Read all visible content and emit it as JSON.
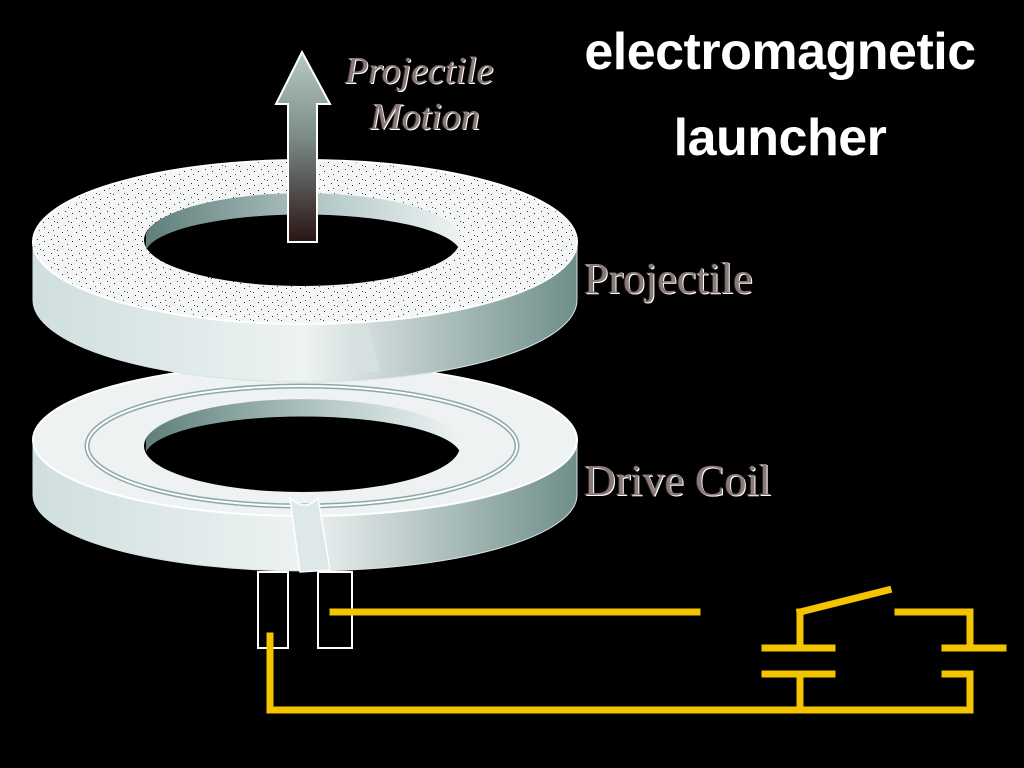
{
  "title": {
    "line1": "electromagnetic",
    "line2": "launcher"
  },
  "labels": {
    "motion_line1": "Projectile",
    "motion_line2": "Motion",
    "projectile": "Projectile",
    "drive_coil": "Drive Coil"
  },
  "colors": {
    "background": "#000000",
    "wire": "#f5c400",
    "ring": "#e9efef",
    "ring_shadow": "#6f8e8a",
    "arrow": "#9aaeaa",
    "title_text": "#ffffff"
  },
  "icons": {
    "arrow": "up-arrow-icon",
    "switch": "switch-icon",
    "capacitor": "capacitor-icon"
  }
}
